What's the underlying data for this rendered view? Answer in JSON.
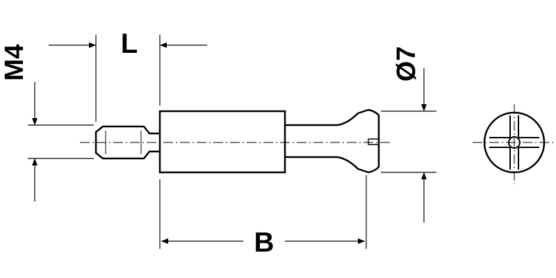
{
  "labels": {
    "thread": "M4",
    "length": "L",
    "body_length": "B",
    "diameter": "Ø7"
  },
  "colors": {
    "line": "#000000",
    "background": "#ffffff"
  }
}
